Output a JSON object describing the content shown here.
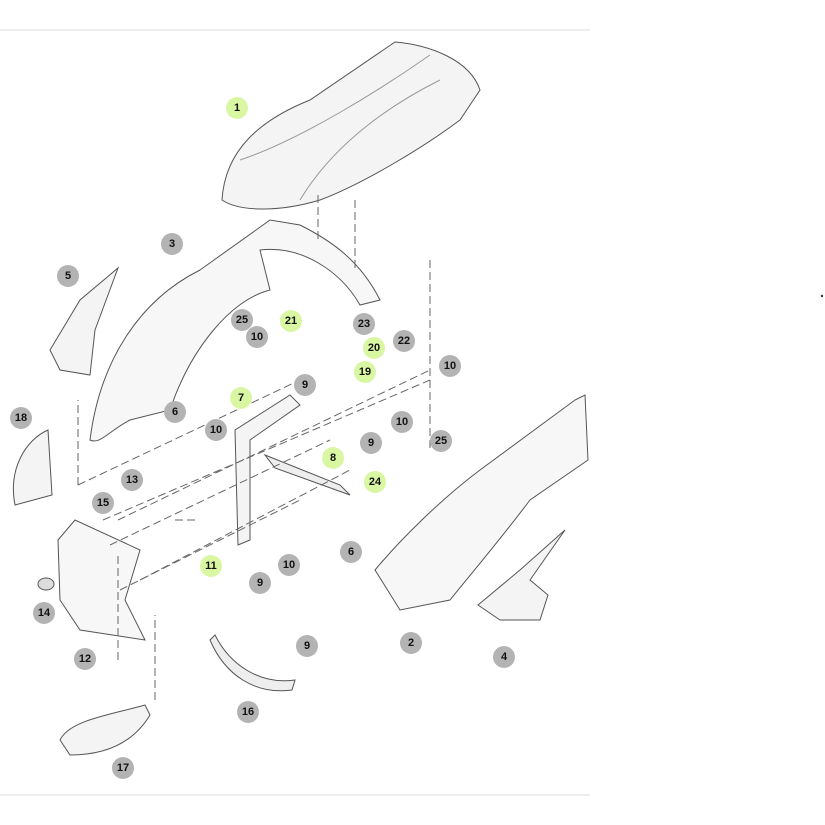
{
  "colors": {
    "highlight": "#d9f7a3",
    "callout": "#b3b3b3",
    "line": "#555555"
  },
  "callouts": [
    {
      "label": "1",
      "highlighted": true
    },
    {
      "label": "3",
      "highlighted": false
    },
    {
      "label": "5",
      "highlighted": false
    },
    {
      "label": "25",
      "highlighted": false
    },
    {
      "label": "10",
      "highlighted": false
    },
    {
      "label": "21",
      "highlighted": true
    },
    {
      "label": "23",
      "highlighted": false
    },
    {
      "label": "22",
      "highlighted": false
    },
    {
      "label": "10",
      "highlighted": false
    },
    {
      "label": "20",
      "highlighted": true
    },
    {
      "label": "19",
      "highlighted": true
    },
    {
      "label": "9",
      "highlighted": false
    },
    {
      "label": "7",
      "highlighted": true
    },
    {
      "label": "6",
      "highlighted": false
    },
    {
      "label": "18",
      "highlighted": false
    },
    {
      "label": "10",
      "highlighted": false
    },
    {
      "label": "10",
      "highlighted": false
    },
    {
      "label": "9",
      "highlighted": false
    },
    {
      "label": "25",
      "highlighted": false
    },
    {
      "label": "8",
      "highlighted": true
    },
    {
      "label": "13",
      "highlighted": false
    },
    {
      "label": "24",
      "highlighted": true
    },
    {
      "label": "15",
      "highlighted": false
    },
    {
      "label": "6",
      "highlighted": false
    },
    {
      "label": "11",
      "highlighted": true
    },
    {
      "label": "10",
      "highlighted": false
    },
    {
      "label": "9",
      "highlighted": false
    },
    {
      "label": "14",
      "highlighted": false
    },
    {
      "label": "2",
      "highlighted": false
    },
    {
      "label": "4",
      "highlighted": false
    },
    {
      "label": "12",
      "highlighted": false
    },
    {
      "label": "9",
      "highlighted": false
    },
    {
      "label": "16",
      "highlighted": false
    },
    {
      "label": "17",
      "highlighted": false
    }
  ]
}
